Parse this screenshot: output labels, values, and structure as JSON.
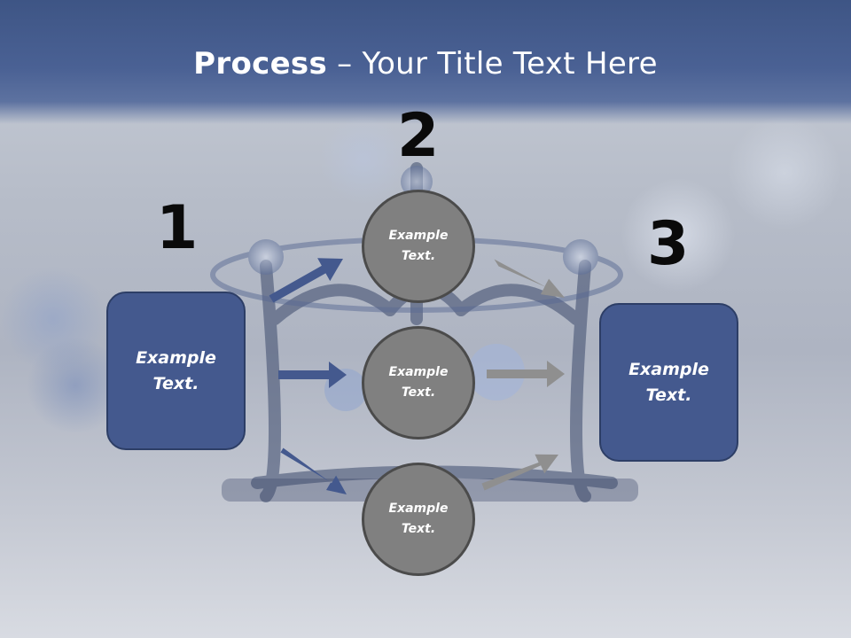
{
  "title": {
    "bold": "Process",
    "rest": " – Your Title Text Here"
  },
  "steps": [
    {
      "number": "1",
      "text": "Example Text."
    },
    {
      "number": "2",
      "items": [
        "Example Text.",
        "Example Text.",
        "Example Text."
      ]
    },
    {
      "number": "3",
      "text": "Example Text."
    }
  ],
  "colors": {
    "box_fill": "#44598e",
    "circle_fill": "#808080",
    "arrow_left": "#44598e",
    "arrow_right": "#8f8f8f"
  }
}
